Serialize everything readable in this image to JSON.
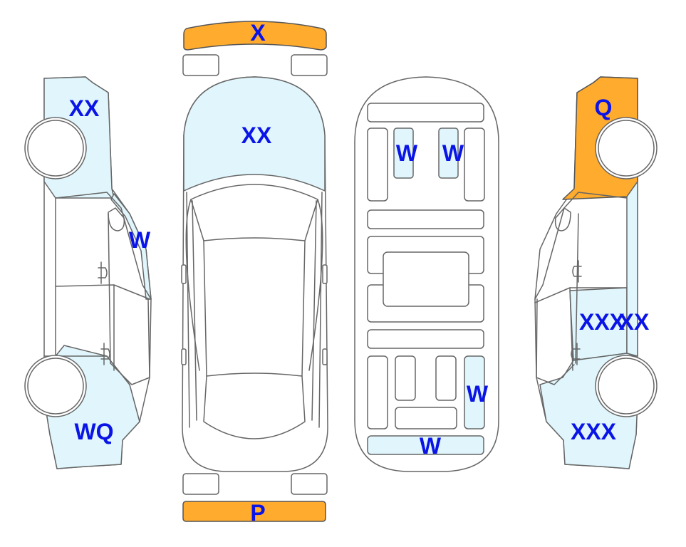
{
  "colors": {
    "light_blue_panel": "#e0f6fc",
    "orange_panel": "#ffab2e",
    "label_blue": "#0a14e6",
    "outline": "#666666"
  },
  "labels": {
    "front_bumper": "X",
    "hood": "XX",
    "rear_bumper": "P",
    "left_front_fender": "XX",
    "left_a_pillar": "W",
    "left_rear_quarter": "WQ",
    "floor_front_left": "W",
    "floor_front_right": "W",
    "floor_rear_right": "W",
    "floor_rear_panel": "W",
    "right_front_fender": "Q",
    "right_rear_door_a": "XXX",
    "right_rear_door_b": "XX",
    "right_rear_quarter": "XXX"
  }
}
